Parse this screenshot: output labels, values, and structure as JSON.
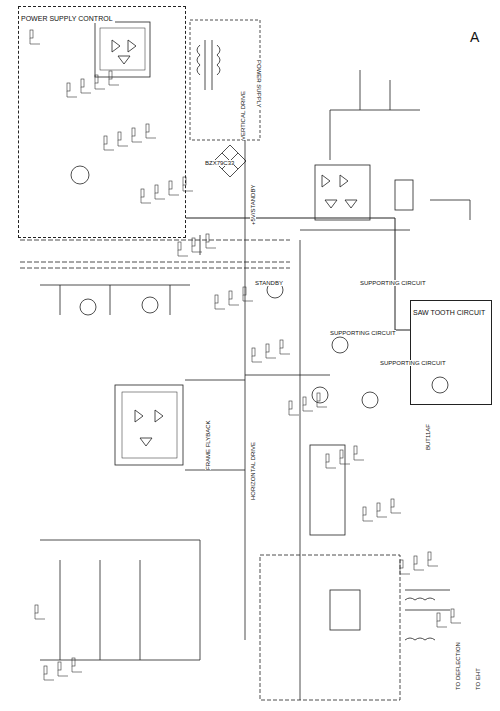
{
  "diagram": {
    "nodes": [
      {
        "text": [
          "POWER SUPPLY CONTROL"
        ]
      },
      {
        "text": [
          "SAW TOOTH CIRCUIT"
        ]
      }
    ],
    "edges": [
      {
        "from": 0,
        "to": 1,
        "arrow": "none"
      }
    ],
    "labels": [
      "A",
      "POWER SUPPLY",
      "STANDBY",
      "SUPPORTING CIRCUIT",
      "SUPPORTING CIRCUIT",
      "SUPPORTING CIRCUIT",
      "+5V/STANDBY",
      "HORIZONTAL DRIVE",
      "VERTICAL DRIVE",
      "FRAME FLYBACK",
      "TO DEFLECTION",
      "TO EHT",
      "BZX79C33",
      "BUT11AF"
    ]
  }
}
